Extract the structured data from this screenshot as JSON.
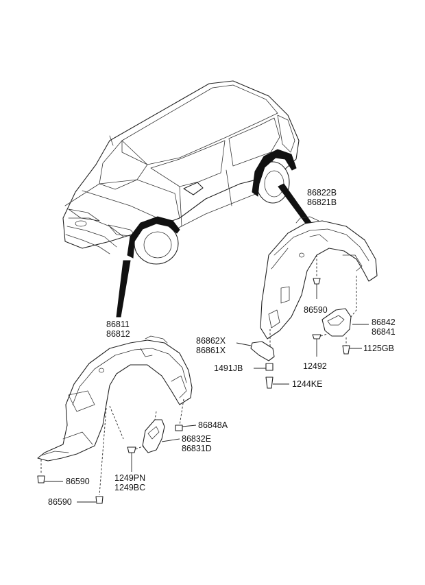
{
  "part_labels": {
    "rear_liner_a": "86822B",
    "rear_liner_b": "86821B",
    "screw_rear_upper": "86590",
    "mudguard_rear_a": "86842",
    "mudguard_rear_b": "86841",
    "bolt_rear": "1125GB",
    "clip_rear": "12492",
    "front_liner_a": "86811",
    "front_liner_b": "86812",
    "bracket_a": "86862X",
    "bracket_b": "86861X",
    "nut_bracket": "1491JB",
    "bolt_bracket": "1244KE",
    "nut_front": "86848A",
    "mudguard_front_a": "86832E",
    "mudguard_front_b": "86831D",
    "screw_front_1": "86590",
    "screw_front_2": "86590",
    "clip_front_a": "1249PN",
    "clip_front_b": "1249BC"
  }
}
